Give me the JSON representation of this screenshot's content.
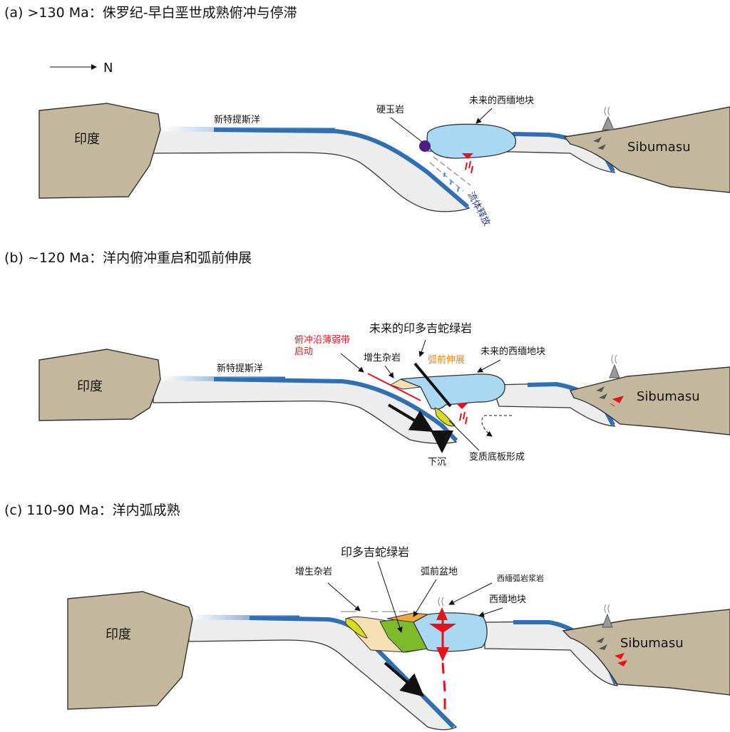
{
  "panels": [
    {
      "title": "(a)  >130 Ma：侏罗纪-早白垩世成熟俯冲与停滞",
      "north_label": "N",
      "labels": {
        "india": "印度",
        "ocean": "新特提斯洋",
        "jadeite": "硬玉岩",
        "west_burma": "未来的西缅地块",
        "fluid": "流体释放",
        "sibumasu": "Sibumasu"
      }
    },
    {
      "title": "(b)  ~120 Ma：洋内俯冲重启和弧前伸展",
      "labels": {
        "india": "印度",
        "ocean": "新特提斯洋",
        "initiation_line1": "俯冲沿薄弱带",
        "initiation_line2": "启动",
        "accretion": "增生杂岩",
        "ophiolite": "未来的印多吉蛇绿岩",
        "forearc_ext": "弧前伸展",
        "west_burma": "未来的西缅地块",
        "sinking": "下沉",
        "sole": "变质底板形成",
        "sibumasu": "Sibumasu"
      }
    },
    {
      "title": "(c)  110-90 Ma：洋内弧成熟",
      "labels": {
        "india": "印度",
        "ophiolite": "印多吉蛇绿岩",
        "accretion": "增生杂岩",
        "forearc_basin": "弧前盆地",
        "arc_magma": "西缅弧岩浆岩",
        "west_burma": "西缅地块",
        "sibumasu": "Sibumasu"
      }
    }
  ],
  "colors": {
    "continent": "#c3b89d",
    "oceanic_crust": "#2f6fb3",
    "arc_block": "#a9d8f3",
    "magma": "#e8101a",
    "jadeite": "#4b1d8a",
    "sole": "#d8dd18",
    "accretion": "#f7dfb4",
    "ophiolite": "#7dbb2a",
    "basin": "#f0a93a"
  }
}
